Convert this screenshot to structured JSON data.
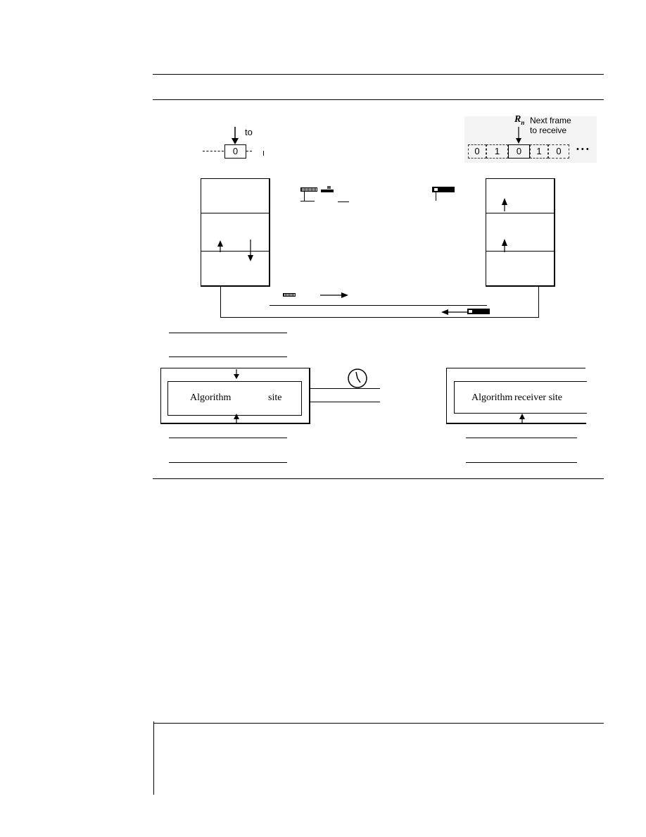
{
  "sender_window": {
    "pointer_text": "to",
    "cells": [
      "0"
    ]
  },
  "receiver_window": {
    "rn_symbol": "R",
    "rn_subscript": "n",
    "pointer_text_line1": "Next frame",
    "pointer_text_line2": "to receive",
    "cells": [
      "0",
      "1",
      "0",
      "1",
      "0"
    ],
    "ellipsis": "• • •"
  },
  "sender_algorithm": {
    "label_left": "Algorithm",
    "label_right": "site"
  },
  "receiver_algorithm": {
    "label_left": "Algorithm",
    "label_right": "receiver site"
  },
  "icons": {
    "timer": "clock-icon",
    "arrows": "arrow-icon"
  }
}
